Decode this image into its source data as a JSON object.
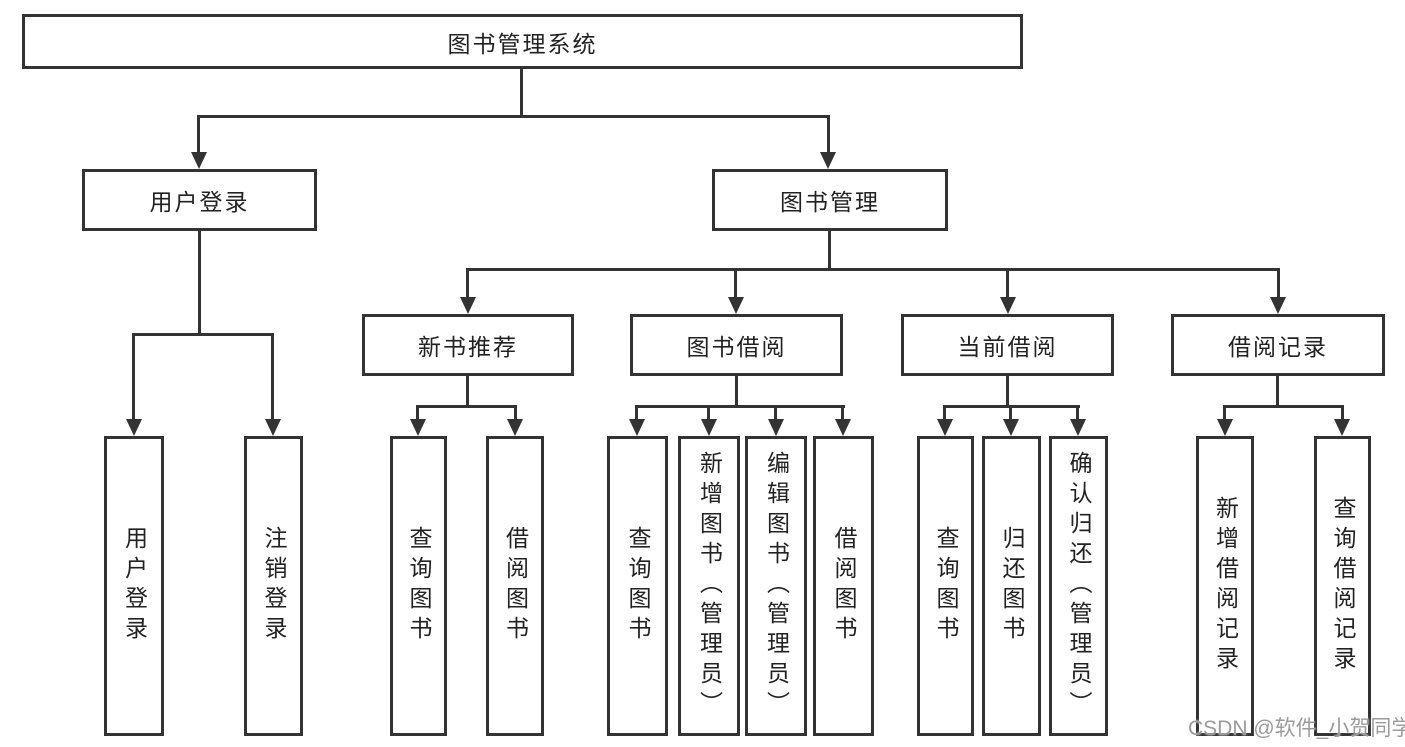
{
  "nodes": {
    "root": "图书管理系统",
    "level2": [
      "用户登录",
      "图书管理"
    ],
    "level3": [
      "新书推荐",
      "图书借阅",
      "当前借阅",
      "借阅记录"
    ],
    "leaves_user_login": [
      "用户登录",
      "注销登录"
    ],
    "leaves_new_books": [
      "查询图书",
      "借阅图书"
    ],
    "leaves_book_borrow": [
      "查询图书",
      "新增图书（管理员）",
      "编辑图书（管理员）",
      "借阅图书"
    ],
    "leaves_current_borrow": [
      "查询图书",
      "归还图书",
      "确认归还（管理员）"
    ],
    "leaves_borrow_records": [
      "新增借阅记录",
      "查询借阅记录"
    ]
  },
  "watermark": "CSDN @软件_小贺同学",
  "colors": {
    "line": "#333333",
    "text": "#222222",
    "watermark": "#9b9b9b",
    "background": "#ffffff"
  }
}
